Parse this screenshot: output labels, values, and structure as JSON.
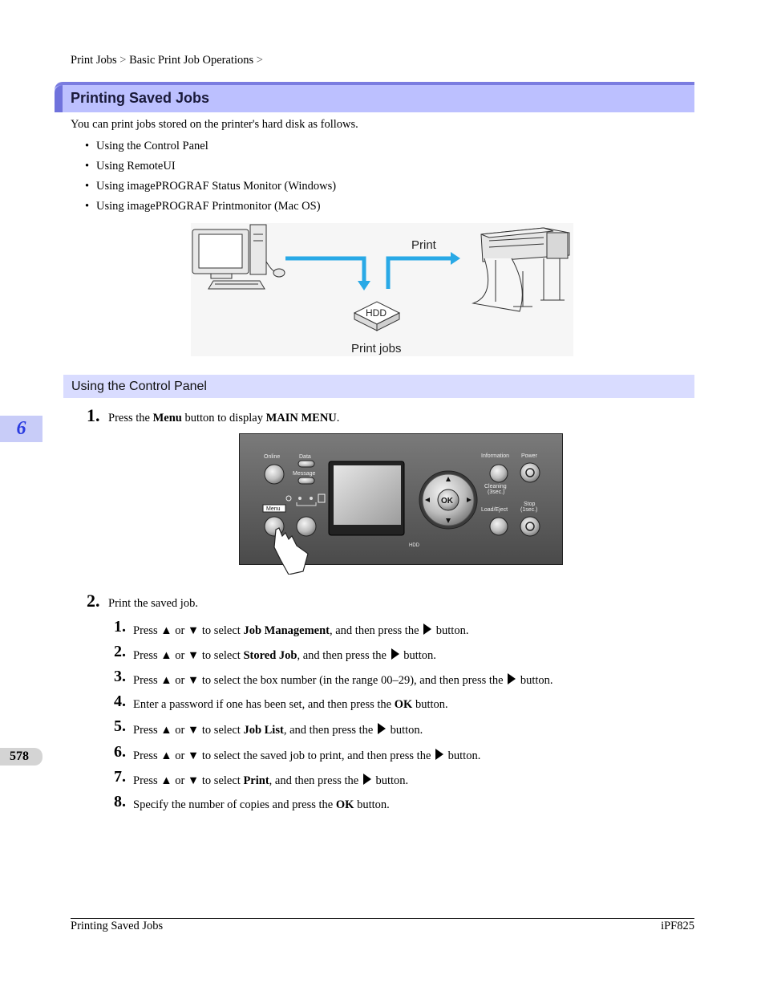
{
  "breadcrumb": {
    "item1": "Print Jobs",
    "sep": ">",
    "item2": "Basic Print Job Operations",
    "sep2": ">"
  },
  "section_title": "Printing Saved Jobs",
  "intro": "You can print jobs stored on the printer's hard disk as follows.",
  "bullets": [
    "Using the Control Panel",
    "Using RemoteUI",
    "Using imagePROGRAF Status Monitor (Windows)",
    "Using imagePROGRAF Printmonitor (Mac OS)"
  ],
  "diagram": {
    "print_label": "Print",
    "hdd_label": "HDD",
    "print_jobs_label": "Print jobs"
  },
  "subsection_title": "Using the Control Panel",
  "chapter_number": "6",
  "step1": {
    "number": "1.",
    "pre": "Press the ",
    "bold1": "Menu",
    "mid": " button to display ",
    "bold2": "MAIN MENU",
    "post": "."
  },
  "panel": {
    "online": "Online",
    "data": "Data",
    "message": "Message",
    "menu": "Menu",
    "information": "Information",
    "power": "Power",
    "cleaning": "Cleaning",
    "cleaning_sub": "(3sec.)",
    "load_eject": "Load/Eject",
    "stop": "Stop",
    "stop_sub": "(1sec.)",
    "ok": "OK",
    "hdd": "HDD"
  },
  "step2": {
    "number": "2.",
    "text": "Print the saved job."
  },
  "substeps": [
    {
      "n": "1.",
      "a": "Press ▲ or ▼ to select ",
      "b": "Job Management",
      "c": ", and then press the",
      "d": "button."
    },
    {
      "n": "2.",
      "a": "Press ▲ or ▼ to select ",
      "b": "Stored Job",
      "c": ", and then press the",
      "d": "button."
    },
    {
      "n": "3.",
      "a": "Press ▲ or ▼ to select the box number (in the range 00–29), and then press the",
      "b": "",
      "c": "",
      "d": "button."
    },
    {
      "n": "4.",
      "a": "Enter a password if one has been set, and then press the ",
      "b": "OK",
      "c": " button.",
      "d": ""
    },
    {
      "n": "5.",
      "a": "Press ▲ or ▼ to select ",
      "b": "Job List",
      "c": ", and then press the",
      "d": "button."
    },
    {
      "n": "6.",
      "a": "Press ▲ or ▼ to select the saved job to print, and then press the",
      "b": "",
      "c": "",
      "d": "button."
    },
    {
      "n": "7.",
      "a": "Press ▲ or ▼ to select ",
      "b": "Print",
      "c": ", and then press the",
      "d": "button."
    },
    {
      "n": "8.",
      "a": "Specify the number of copies and press the ",
      "b": "OK",
      "c": " button.",
      "d": ""
    }
  ],
  "page_number": "578",
  "footer": {
    "left": "Printing Saved Jobs",
    "right": "iPF825"
  }
}
